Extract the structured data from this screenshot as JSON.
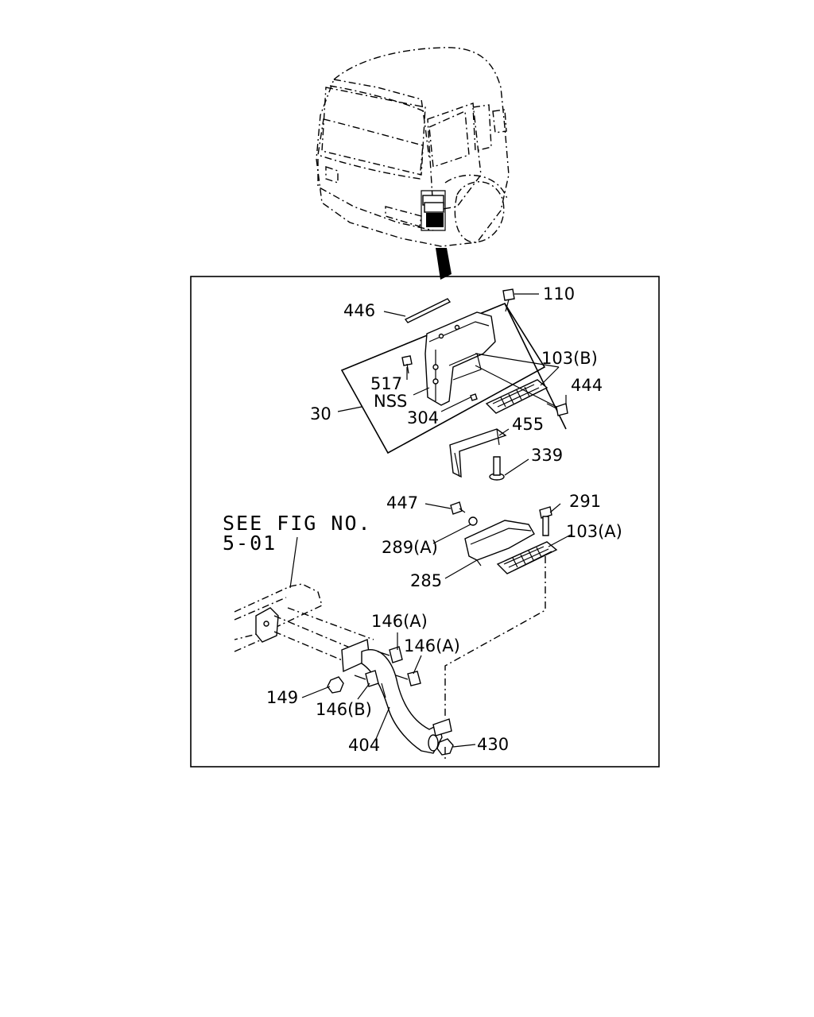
{
  "reference": {
    "line1": "SEE FIG NO.",
    "line2": "5-01"
  },
  "callouts": {
    "c110": "110",
    "c446": "446",
    "c103b": "103(B)",
    "c444": "444",
    "c517": "517",
    "nss": "NSS",
    "c30": "30",
    "c304": "304",
    "c455": "455",
    "c339": "339",
    "c447": "447",
    "c291": "291",
    "c289a": "289(A)",
    "c103a": "103(A)",
    "c285": "285",
    "c146a_1": "146(A)",
    "c146a_2": "146(A)",
    "c149": "149",
    "c146b": "146(B)",
    "c404": "404",
    "c430": "430"
  }
}
